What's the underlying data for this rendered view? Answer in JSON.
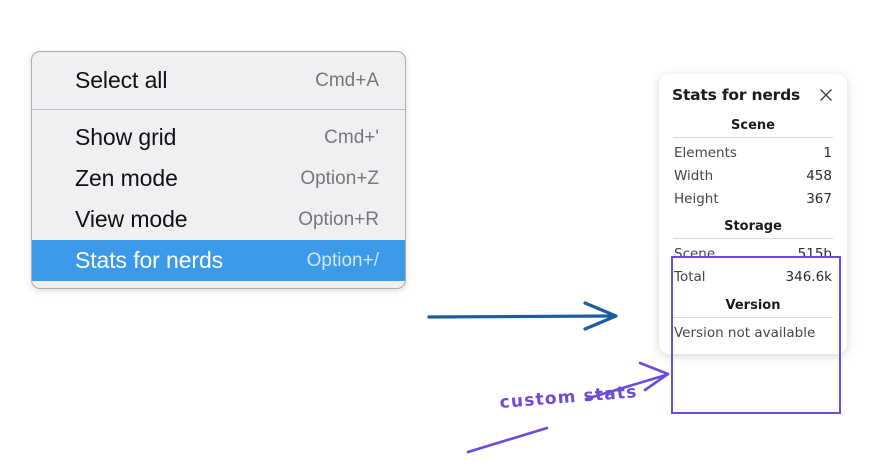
{
  "context_menu": {
    "name": "canvas-context-menu",
    "sections": [
      {
        "items": [
          {
            "label": "Select all",
            "shortcut": "Cmd+A",
            "selected": false
          }
        ]
      },
      {
        "items": [
          {
            "label": "Show grid",
            "shortcut": "Cmd+'",
            "selected": false
          },
          {
            "label": "Zen mode",
            "shortcut": "Option+Z",
            "selected": false
          },
          {
            "label": "View mode",
            "shortcut": "Option+R",
            "selected": false
          },
          {
            "label": "Stats for nerds",
            "shortcut": "Option+/",
            "selected": true
          }
        ]
      }
    ]
  },
  "stats_panel": {
    "title": "Stats for nerds",
    "close_icon": "close-icon",
    "sections": [
      {
        "heading": "Scene",
        "rows": [
          {
            "label": "Elements",
            "value": "1"
          },
          {
            "label": "Width",
            "value": "458"
          },
          {
            "label": "Height",
            "value": "367"
          }
        ]
      },
      {
        "heading": "Storage",
        "rows": [
          {
            "label": "Scene",
            "value": "515b"
          },
          {
            "label": "Total",
            "value": "346.6k"
          }
        ]
      },
      {
        "heading": "Version",
        "note": "Version not available"
      }
    ]
  },
  "annotations": {
    "label": "custom stats",
    "arrow_blue_color": "#1b5e9e",
    "arrow_purple_color": "#6d4bd8",
    "highlight_color": "#6d4bd8"
  }
}
